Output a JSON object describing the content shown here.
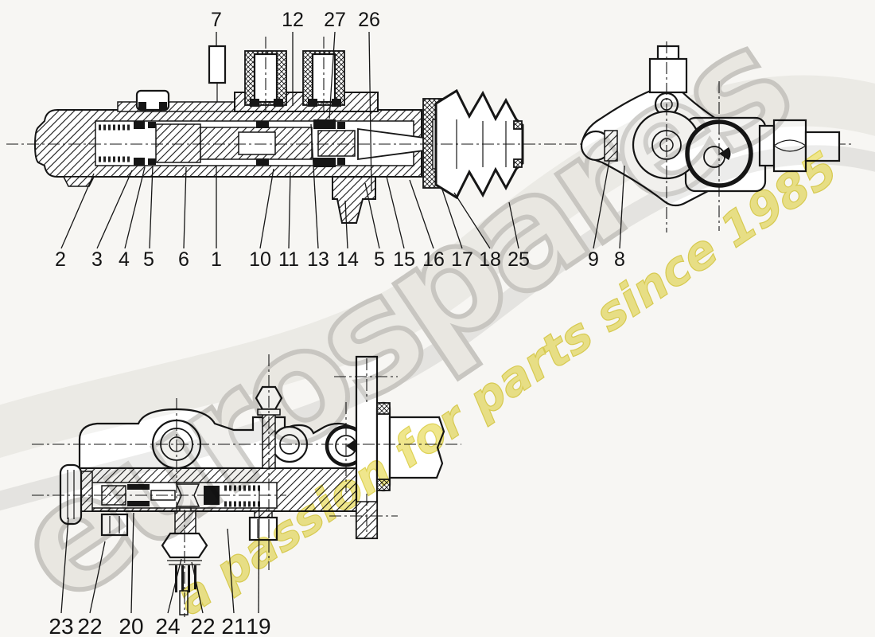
{
  "page": {
    "background_color": "#f7f6f3",
    "line_color": "#161616"
  },
  "watermark": {
    "logo_text": "eurospares",
    "tagline_text": "a passion for parts since 1985",
    "logo_outline_color": "#cfcecb",
    "tagline_fill_color": "#efe68c",
    "tagline_outline_color": "#ded255"
  },
  "callouts": {
    "top": [
      {
        "label": "7"
      },
      {
        "label": "12"
      },
      {
        "label": "27"
      },
      {
        "label": "26"
      }
    ],
    "middle": [
      {
        "label": "2"
      },
      {
        "label": "3"
      },
      {
        "label": "4"
      },
      {
        "label": "5"
      },
      {
        "label": "6"
      },
      {
        "label": "1"
      },
      {
        "label": "10"
      },
      {
        "label": "11"
      },
      {
        "label": "13"
      },
      {
        "label": "14"
      },
      {
        "label": "5"
      },
      {
        "label": "15"
      },
      {
        "label": "16"
      },
      {
        "label": "17"
      },
      {
        "label": "18"
      },
      {
        "label": "25"
      }
    ],
    "right": [
      {
        "label": "9"
      },
      {
        "label": "8"
      }
    ],
    "bottom": [
      {
        "label": "23"
      },
      {
        "label": "22"
      },
      {
        "label": "20"
      },
      {
        "label": "24"
      },
      {
        "label": "22"
      },
      {
        "label": "21"
      },
      {
        "label": "19"
      }
    ]
  }
}
